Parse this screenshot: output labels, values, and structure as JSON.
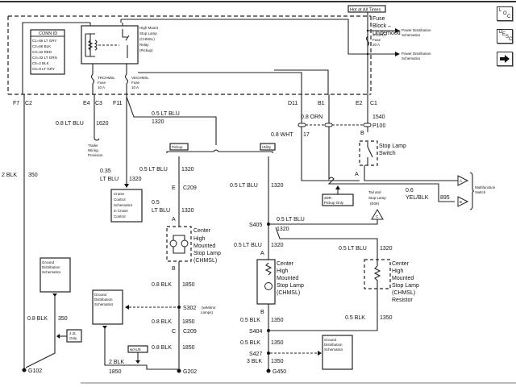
{
  "diagram": {
    "title": "Stop Lamp / CHMSL Wiring Schematic",
    "fuse_block": {
      "label_line1": "Fuse",
      "label_line2": "Block –",
      "label_line3": "Underhood",
      "hot_label": "Hot at All Times",
      "power_dist_1_line1": "Power Distribution",
      "power_dist_1_line2": "Schematics",
      "power_dist_2_line1": "Power Distribution",
      "power_dist_2_line2": "Schematics",
      "stoplp_fuse": [
        "STOPLP",
        "Fuse",
        "20 A"
      ],
      "trchmsl_fuse": [
        "TRCHMSL",
        "Fuse",
        "10 A"
      ],
      "vechmsl_fuse": [
        "VECHMSL",
        "Fuse",
        "10 A"
      ],
      "relay_label": [
        "High Mount",
        "Stop Lamp",
        "(CHMSL)",
        "Relay",
        "(Pickup)"
      ]
    },
    "conn_id": {
      "title": "CONN ID",
      "rows": [
        "C1=68 LT GRY",
        "C2=68 BLK",
        "C3=32 RED",
        "C4=32 LT GRN",
        "C5=2 BLK",
        "C6=8 LT GRY"
      ]
    },
    "pins": {
      "f7": "F7",
      "c2": "C2",
      "e4": "E4",
      "c3": "C3",
      "f11": "F11",
      "d11": "D11",
      "b1": "B1",
      "e2": "E2",
      "c1": "C1"
    },
    "wires": {
      "w_2blk_350": [
        "2 BLK",
        "350"
      ],
      "w_08ltblu_1620": [
        "0.8 LT BLU",
        "1620"
      ],
      "w_05ltblu_1320_top": [
        "0.5 LT BLU",
        "1320"
      ],
      "w_035ltblu_1320": [
        "0.35",
        "LT BLU",
        "1320"
      ],
      "w_05ltblu_1320_pickup_a": [
        "0.5 LT BLU",
        "1320"
      ],
      "w_05ltblu_1320_pickup_b": [
        "0.5",
        "LT BLU",
        "1320"
      ],
      "w_05ltblu_1320_utility": [
        "0.5 LT BLU",
        "1320"
      ],
      "w_08wht_17": [
        "0.8 WHT",
        "17"
      ],
      "w_08orn_1540": [
        "0.8 ORN",
        "1540"
      ],
      "w_06yelblk_895": [
        "0.6",
        "YEL/BLK",
        "895"
      ],
      "w_05ltblu_1320_s405": [
        "0.5 LT BLU",
        "1320"
      ],
      "w_05ltblu_1320_s405_down": [
        "0.5 LT BLU",
        "1320"
      ],
      "w_05ltblu_1320_resistor": [
        "0.5 LT BLU",
        "1320"
      ],
      "w_08blk_1850_a": [
        "0.8 BLK",
        "1850"
      ],
      "w_08blk_1850_b": [
        "0.8 BLK",
        "1850"
      ],
      "w_08blk_1850_c": [
        "0.8 BLK",
        "1850"
      ],
      "w_2blk_1850": [
        "2 BLK",
        "1850"
      ],
      "w_08blk_350": [
        "0.8 BLK",
        "350"
      ],
      "w_05blk_1350_a": [
        "0.5 BLK",
        "1350"
      ],
      "w_05blk_1350_b": [
        "0.5 BLK",
        "1350"
      ],
      "w_05blk_1350_res": [
        "0.5 BLK",
        "1350"
      ],
      "w_3blk_1350": [
        "3 BLK",
        "1350"
      ]
    },
    "components": {
      "trailer": [
        "Trailer",
        "Wiring",
        "Provision"
      ],
      "cruise": [
        "Cruise",
        "Control",
        "Schematics",
        "in Cruise",
        "Control"
      ],
      "pickup_tag": "Pickup",
      "utility_tag": "Utility",
      "c209_top": [
        "E",
        "C209"
      ],
      "pickup_chmsl_pins": [
        "A",
        "B"
      ],
      "pickup_chmsl": [
        "Center",
        "High",
        "Mounted",
        "Stop Lamp",
        "(CHMSL)"
      ],
      "utility_chmsl_pins": [
        "A",
        "B"
      ],
      "utility_chmsl": [
        "Center",
        "High",
        "Mounted",
        "Stop Lamp",
        "(CHMSL)"
      ],
      "resistor": [
        "Center",
        "High",
        "Mounted",
        "Stop Lamp",
        "(CHMSL)",
        "Resistor"
      ],
      "stop_switch": [
        "Stop Lamp",
        "Switch"
      ],
      "stop_switch_pins": [
        "B",
        "A"
      ],
      "p100": "P100",
      "multifunction": [
        "Multifunction",
        "Switch"
      ],
      "mf_pin_a": "A",
      "mf_pin_b": "B",
      "tail_stop": [
        "Tail and",
        "Stop Lamp",
        "(E09)"
      ],
      "tail_pin": "C",
      "two_dr": [
        "2DR",
        "Pickup Only"
      ],
      "ground_dist_1": [
        "Ground",
        "Distribution",
        "Schematics"
      ],
      "ground_dist_2": [
        "Ground",
        "Distribution",
        "Schematics"
      ],
      "ground_dist_3": [
        "Ground",
        "Distribution",
        "Schematics"
      ],
      "only_22l": [
        "2.2L",
        "Only"
      ],
      "w_aus": "w/AUS",
      "s302": "S302",
      "s302_note": [
        "(w/Mirror",
        "Lamps)"
      ],
      "c209_bottom": [
        "C",
        "C209"
      ],
      "s405": "S405",
      "s404": "S404",
      "s427": "S427",
      "g102": "G102",
      "g202": "G202",
      "g450": "G450"
    }
  },
  "nav": {
    "loc_label": [
      "L",
      "O",
      "C"
    ],
    "desc_label": [
      "D",
      "E",
      "S",
      "C"
    ],
    "next_icon": "right-arrow-icon"
  }
}
